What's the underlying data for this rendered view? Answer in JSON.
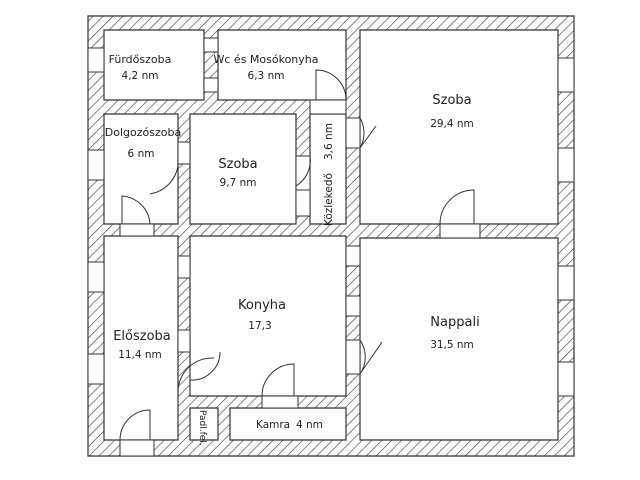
{
  "rooms": {
    "furdoszoba": {
      "name": "Fürdőszoba",
      "area": "4,2 nm"
    },
    "wc": {
      "name": "Wc és Mosókonyha",
      "area": "6,3 nm"
    },
    "szoba_large": {
      "name": "Szoba",
      "area": "29,4 nm"
    },
    "dolgozoszoba": {
      "name": "Dolgozószoba",
      "area": "6 nm"
    },
    "szoba_small": {
      "name": "Szoba",
      "area": "9,7 nm"
    },
    "kozlekedo": {
      "name": "Közlekedő",
      "area": "3,6 nm"
    },
    "eloszoba": {
      "name": "Előszoba",
      "area": "11,4 nm"
    },
    "konyha": {
      "name": "Konyha",
      "area": "17,3"
    },
    "nappali": {
      "name": "Nappali",
      "area": "31,5 nm"
    },
    "kamra": {
      "name": "Kamra",
      "area": "4 nm"
    },
    "padlas": {
      "name": "Padl.fel."
    }
  },
  "colors": {
    "wall_stroke": "#333333",
    "hatch": "#444444",
    "window_fill": "#ffffff"
  }
}
